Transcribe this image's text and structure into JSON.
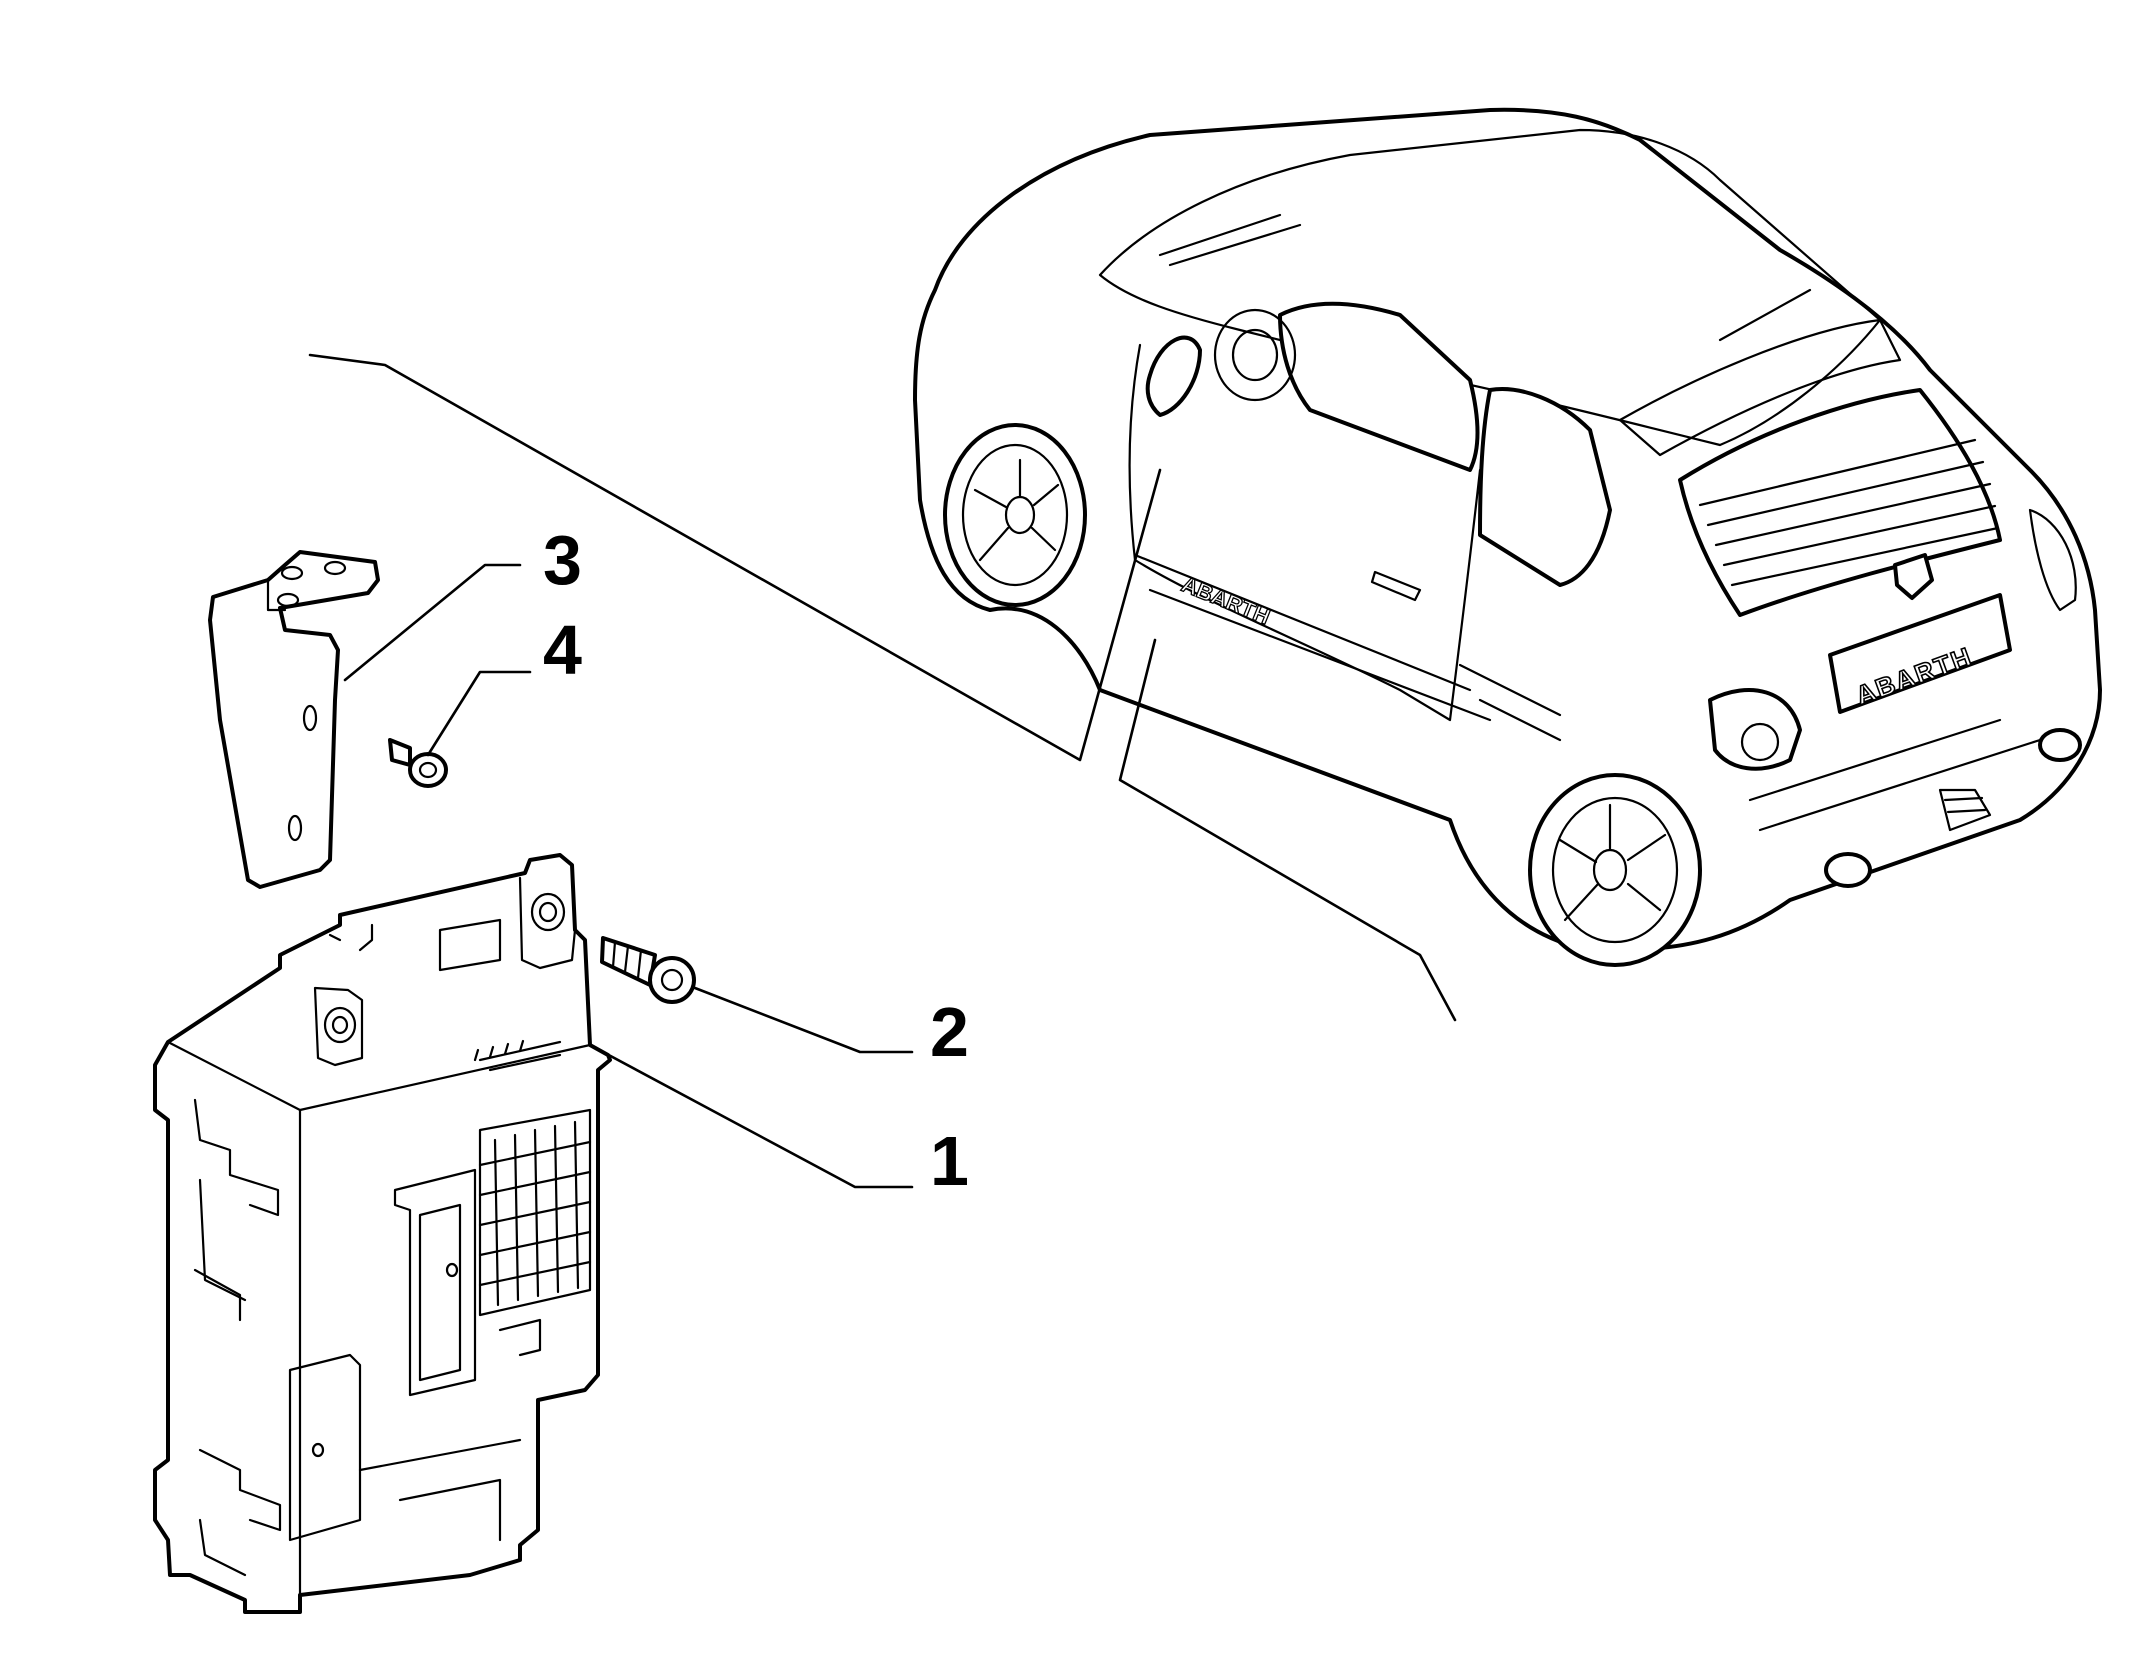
{
  "callouts": [
    {
      "id": "1",
      "label": "1"
    },
    {
      "id": "2",
      "label": "2"
    },
    {
      "id": "3",
      "label": "3"
    },
    {
      "id": "4",
      "label": "4"
    }
  ],
  "vehicle": {
    "plate_text": "ABARTH",
    "badge_text": "ABARTH"
  },
  "colors": {
    "line": "#000000",
    "background": "#ffffff"
  }
}
